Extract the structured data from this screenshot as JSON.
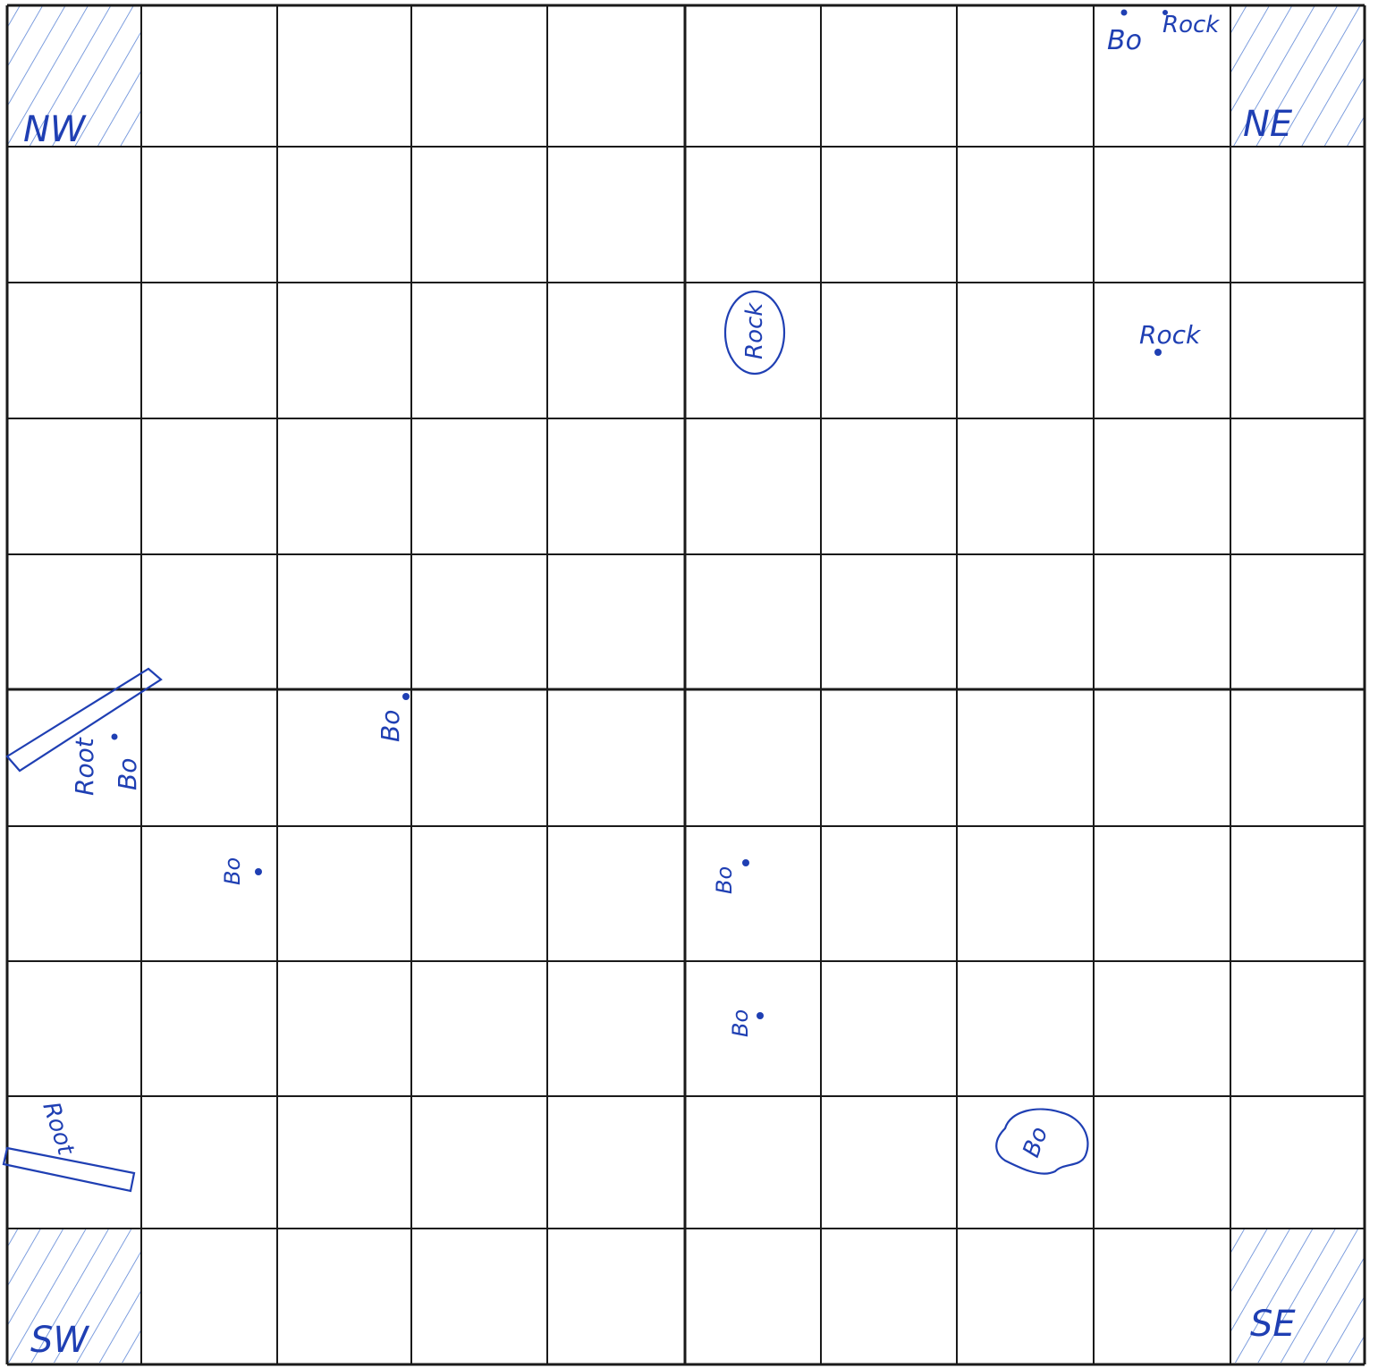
{
  "grid": {
    "rows": 10,
    "cols": 10,
    "line_color": "#1a1a1a",
    "ink_color": "#1f3fb3",
    "hatch_color": "#5d86d6"
  },
  "corners": [
    {
      "id": "nw",
      "label": "NW",
      "row": 0,
      "col": 0
    },
    {
      "id": "ne",
      "label": "NE",
      "row": 0,
      "col": 9
    },
    {
      "id": "sw",
      "label": "SW",
      "row": 9,
      "col": 0
    },
    {
      "id": "se",
      "label": "SE",
      "row": 9,
      "col": 9
    }
  ],
  "marks": {
    "bo_top": "Bo",
    "rock_top": "Rock",
    "rock_center": "Rock",
    "rock_right": "Rock",
    "root_upper": "Root",
    "bo_left": "Bo",
    "bo_mid_upper": "Bo",
    "bo_left_lower": "Bo",
    "bo_center_lower": "Bo",
    "bo_center_low": "Bo",
    "root_lower": "Root",
    "bo_blob": "Bo"
  }
}
